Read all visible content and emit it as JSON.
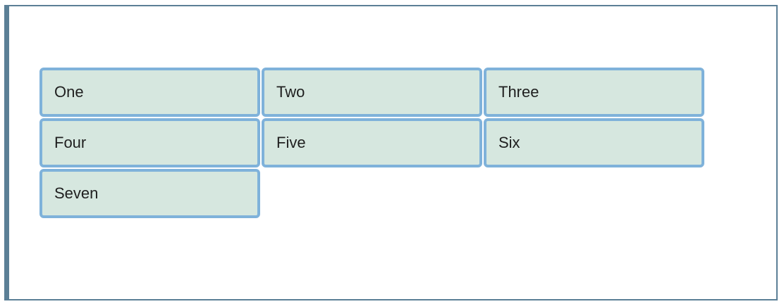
{
  "grid": {
    "items": [
      {
        "label": "One"
      },
      {
        "label": "Two"
      },
      {
        "label": "Three"
      },
      {
        "label": "Four"
      },
      {
        "label": "Five"
      },
      {
        "label": "Six"
      },
      {
        "label": "Seven"
      }
    ]
  },
  "colors": {
    "frame_border": "#5b7f96",
    "cell_border": "#7fb2da",
    "cell_fill": "#d6e7df"
  }
}
